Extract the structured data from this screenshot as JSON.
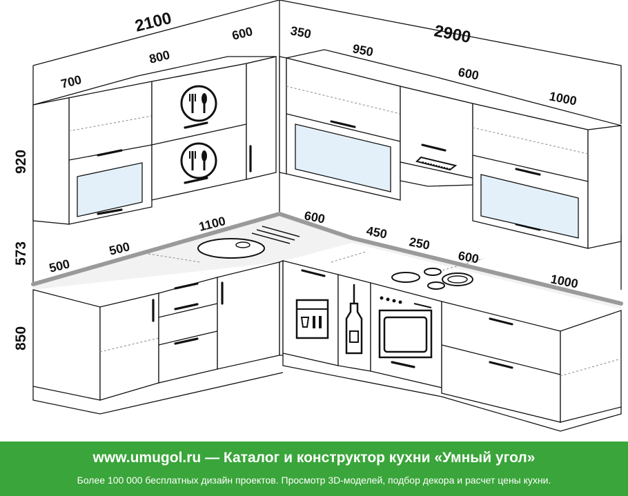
{
  "dimensions": {
    "top_total_left": "2100",
    "top_total_right": "2900",
    "wall_700": "700",
    "wall_800": "800",
    "wall_600_left": "600",
    "wall_350": "350",
    "wall_950": "950",
    "wall_600_right": "600",
    "wall_1000": "1000",
    "height_920": "920",
    "height_573": "573",
    "height_850": "850",
    "base_500_a": "500",
    "base_500_b": "500",
    "base_1100": "1100",
    "base_600_corner": "600",
    "base_450": "450",
    "base_250": "250",
    "base_600_hob": "600",
    "base_1000": "1000"
  },
  "icons": [
    "cutlery-plate-icon",
    "dishwasher-icon",
    "bottle-icon",
    "hob-icon",
    "oven-icon",
    "sink-icon",
    "hood-icon"
  ],
  "colors": {
    "banner": "#3aa53a",
    "glass": "#e3f0fa",
    "countertop_edge": "#9a9a9a"
  },
  "footer": {
    "headline": "www.umugol.ru — Каталог и конструктор кухни «Умный угол»",
    "subline": "Более 100 000 бесплатных дизайн проектов. Просмотр 3D-моделей, подбор декора и расчет цены кухни."
  }
}
